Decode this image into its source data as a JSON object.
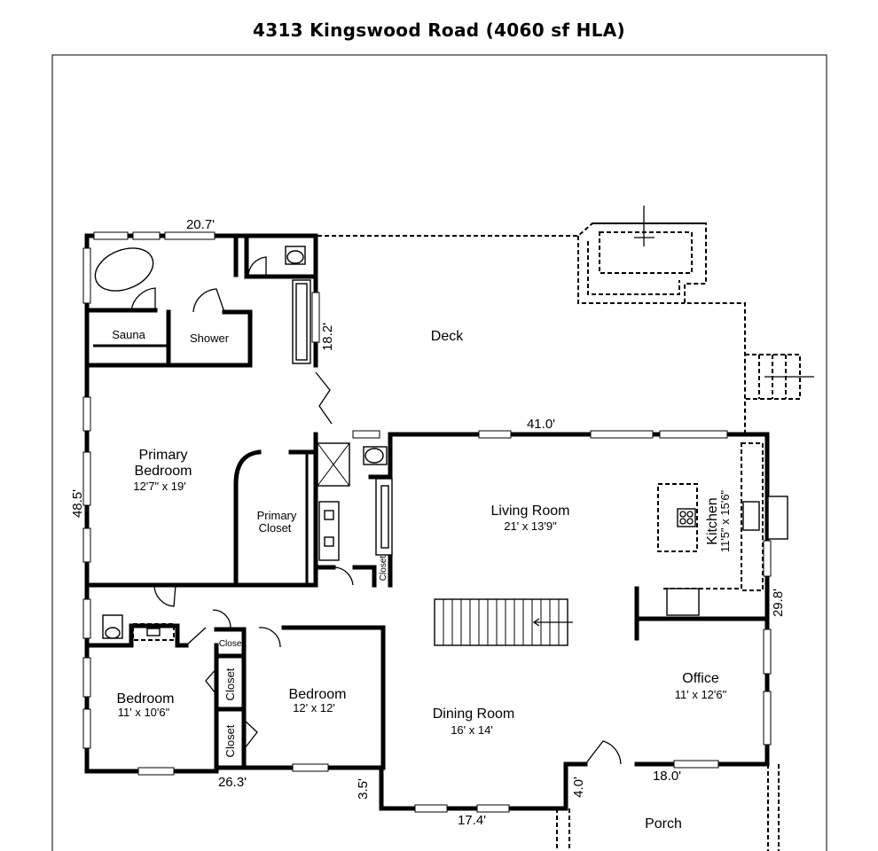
{
  "title": "4313 Kingswood Road (4060 sf HLA)",
  "rooms": {
    "sauna": "Sauna",
    "shower": "Shower",
    "deck": "Deck",
    "primary_bedroom": {
      "name_line1": "Primary",
      "name_line2": "Bedroom",
      "size": "12'7\" x 19'"
    },
    "primary_closet": {
      "name_line1": "Primary",
      "name_line2": "Closet"
    },
    "living_room": {
      "name": "Living Room",
      "size": "21' x 13'9\""
    },
    "kitchen": {
      "name": "Kitchen",
      "size": "11'5\" x 15'6\""
    },
    "office": {
      "name": "Office",
      "size": "11' x 12'6\""
    },
    "dining_room": {
      "name": "Dining Room",
      "size": "16' x 14'"
    },
    "bedroom_left": {
      "name": "Bedroom",
      "size": "11' x 10'6\""
    },
    "bedroom_mid": {
      "name": "Bedroom",
      "size": "12' x 12'"
    },
    "porch": "Porch",
    "closet": "Closet"
  },
  "dimensions": {
    "top": "20.7'",
    "deck_left": "18.2'",
    "living_top": "41.0'",
    "left": "48.5'",
    "right": "29.8'",
    "bottom_left": "26.3'",
    "step": "3.5'",
    "bottom_mid": "17.4'",
    "porch_side": "4.0'",
    "porch_top": "18.0'"
  }
}
